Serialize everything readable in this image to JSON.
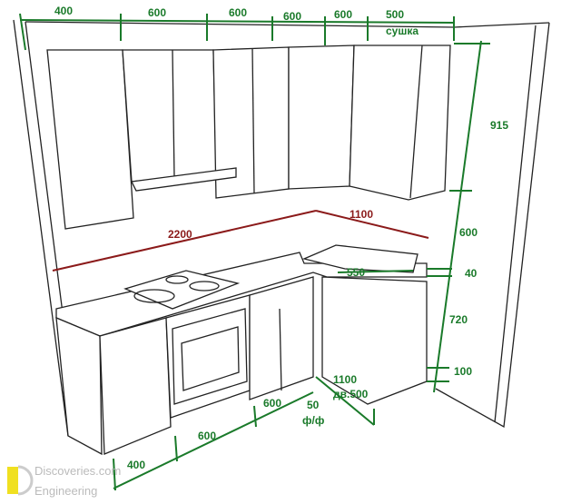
{
  "dimensions": {
    "top": [
      "400",
      "600",
      "600",
      "600",
      "600",
      "500"
    ],
    "top_note": "сушка",
    "right": [
      "915",
      "600",
      "40",
      "720",
      "100"
    ],
    "countertop_long": "2200",
    "countertop_short": "1100",
    "sink": "550",
    "bottom": [
      "400",
      "600",
      "600"
    ],
    "corner_gap": "50",
    "corner_note": "ф/ф",
    "side_length": "1100",
    "side_door": "дв.500"
  },
  "watermark": {
    "line1": "Discoveries.com",
    "line2": "Engineering"
  },
  "colors": {
    "dimension": "#1a7a2a",
    "countertop_dimension": "#8b1a1a"
  }
}
